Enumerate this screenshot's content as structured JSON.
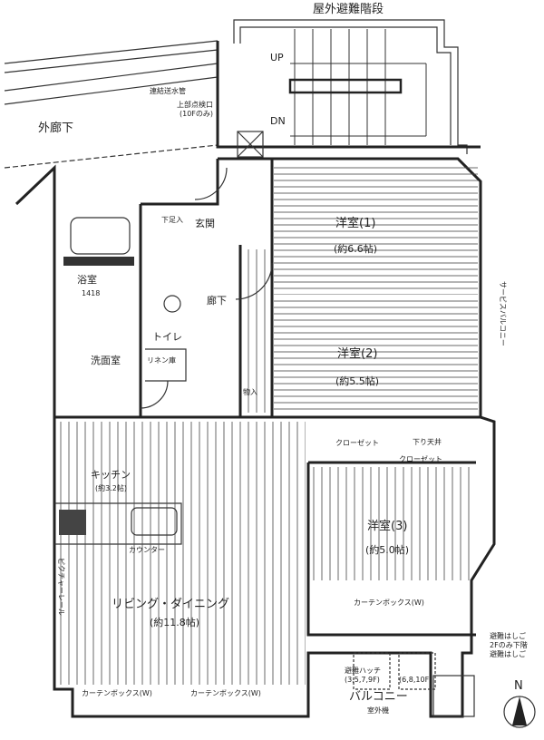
{
  "plan": {
    "stair_title": "屋外避難階段",
    "up": "UP",
    "dn": "DN",
    "standpipe": "連結送水管",
    "inspection": "上部点検口",
    "inspection_note": "(10Fのみ)",
    "corridor": "外廊下",
    "entrance": "玄関",
    "shoe_box": "下足入",
    "bath": "浴室",
    "bath_size": "1418",
    "washroom": "洗面室",
    "toilet": "トイレ",
    "linen": "リネン庫",
    "hallway": "廊下",
    "storage": "物入",
    "room1": "洋室(1)",
    "room1_size": "(約6.6帖)",
    "room2": "洋室(2)",
    "room2_size": "(約5.5帖)",
    "room3": "洋室(3)",
    "room3_size": "(約5.0帖)",
    "closet": "クローゼット",
    "closet2": "クローゼット",
    "lowered_ceiling": "下り天井",
    "kitchen": "キッチン",
    "kitchen_size": "(約3.2帖)",
    "counter": "カウンター",
    "living": "リビング・ダイニング",
    "living_size": "(約11.8帖)",
    "curtain_box": "カーテンボックス(W)",
    "curtain_box2": "カーテンボックス(W)",
    "curtain_box3": "カーテンボックス(W)",
    "picture_rail": "ピクチャーレール",
    "service_balcony": "サービスバルコニー",
    "balcony": "バルコニー",
    "ac_unit": "室外機",
    "hatch": "避難ハッチ",
    "hatch_floors": "(3,5,7,9F)",
    "hatch_floors2": "(6,8,10F)",
    "ladder_note": [
      "避難はしご",
      "2Fのみ下階",
      "避難はしご"
    ],
    "north": "N"
  }
}
